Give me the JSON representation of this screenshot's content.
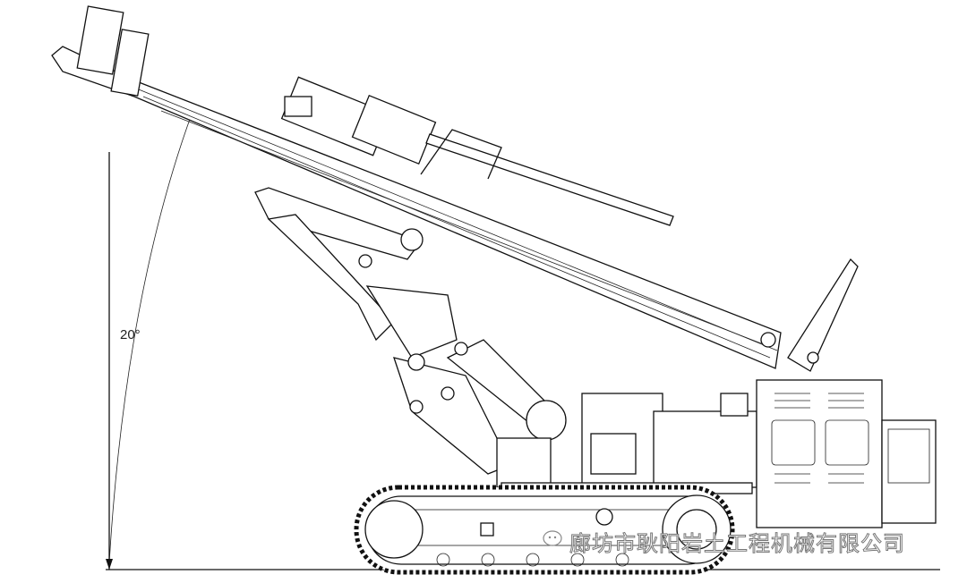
{
  "drawing": {
    "title": "Crawler drilling rig side elevation",
    "angle_label": "20°",
    "angle_degrees": 20
  },
  "watermark": {
    "text": "廊坊市耿阳岩土工程机械有限公司",
    "icon": "wechat-icon"
  }
}
